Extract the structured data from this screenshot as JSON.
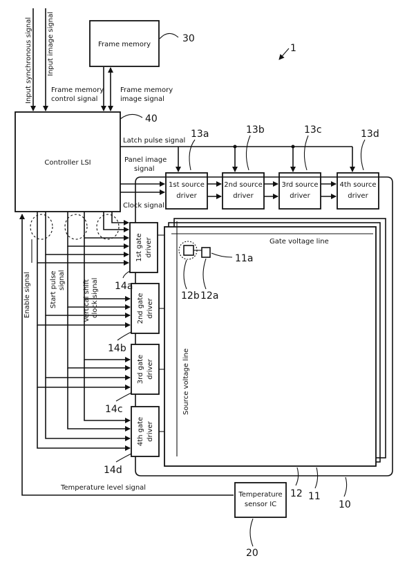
{
  "figure_ref": "1",
  "labels": {
    "input_sync": "Input synchronous signal",
    "input_image": "Input image signal",
    "frame_memory": "Frame memory",
    "frame_memory_ref": "30",
    "fm_control_1": "Frame memory",
    "fm_control_2": "control signal",
    "fm_image_1": "Frame memory",
    "fm_image_2": "image signal",
    "controller": "Controller LSI",
    "controller_ref": "40",
    "latch_pulse": "Latch pulse signal",
    "panel_image_1": "Panel image",
    "panel_image_2": "signal",
    "clock_signal": "Clock signal",
    "enable_signal": "Enable signal",
    "start_pulse_1": "Start pulse",
    "start_pulse_2": "signal",
    "vshift_1": "Vertical shift",
    "vshift_2": "clock signal",
    "gate_voltage_line": "Gate voltage line",
    "source_voltage_line": "Source voltage line",
    "temperature_level": "Temperature level signal",
    "temp_sensor_1": "Temperature",
    "temp_sensor_2": "sensor IC",
    "temp_sensor_ref": "20"
  },
  "source_drivers": [
    {
      "line1": "1st source",
      "line2": "driver",
      "ref": "13a"
    },
    {
      "line1": "2nd source",
      "line2": "driver",
      "ref": "13b"
    },
    {
      "line1": "3rd source",
      "line2": "driver",
      "ref": "13c"
    },
    {
      "line1": "4th source",
      "line2": "driver",
      "ref": "13d"
    }
  ],
  "gate_drivers": [
    {
      "line1": "1st gate",
      "line2": "driver",
      "ref": "14a"
    },
    {
      "line1": "2nd gate",
      "line2": "driver",
      "ref": "14b"
    },
    {
      "line1": "3rd gate",
      "line2": "driver",
      "ref": "14c"
    },
    {
      "line1": "4th gate",
      "line2": "driver",
      "ref": "14d"
    }
  ],
  "pixel_refs": {
    "tft": "11a",
    "cap": "12a",
    "pixel": "12b"
  },
  "panel_refs": {
    "r12": "12",
    "r11": "11",
    "r10": "10"
  }
}
